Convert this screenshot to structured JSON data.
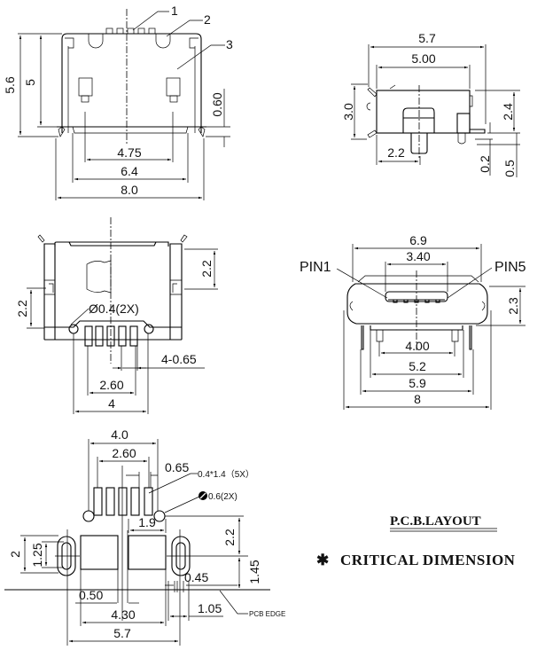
{
  "callouts": {
    "c1": "1",
    "c2": "2",
    "c3": "3"
  },
  "front_view": {
    "h_total": "5.6",
    "h_body": "5",
    "h_ledge": "0.60",
    "w_contacts": "4.75",
    "w_base": "6.4",
    "w_total": "8.0"
  },
  "side_view": {
    "w_total": "5.7",
    "w_body": "5.00",
    "h_total": "3.0",
    "h_body": "2.4",
    "h_pin": "0.2",
    "h_peg": "0.5",
    "peg_offset": "2.2"
  },
  "bottom_view": {
    "h_right": "2.2",
    "h_left": "2.2",
    "hole": "Ø0.4(2X)",
    "pitch": "4-0.65",
    "w_pins": "2.60",
    "w_holes": "4"
  },
  "end_view": {
    "pin1": "PIN1",
    "pin5": "PIN5",
    "w_total": "6.9",
    "w_opening": "3.40",
    "h_body": "2.3",
    "w_pegs": "4.00",
    "w_inner": "5.2",
    "w_legs": "5.9",
    "w_outer": "8"
  },
  "pcb_layout": {
    "w_holes": "4.0",
    "w_pads": "2.60",
    "pitch": "0.65",
    "pad_size": "0.4*1.4（5X）",
    "hole_dia": "0.6(2X)",
    "hole_offset": "1.9",
    "h_upper": "2.2",
    "h_lower": "1.45",
    "slot_h": "2",
    "slot_inner": "1.25",
    "slot_w": "0.45",
    "gap": "0.50",
    "w_squares": "4.30",
    "slot_offset": "1.05",
    "w_slots": "5.7",
    "edge_label": "PCB EDGE"
  },
  "notes": {
    "title": "P.C.B.LAYOUT",
    "critical_mark": "✱",
    "critical": "CRITICAL DIMENSION"
  }
}
